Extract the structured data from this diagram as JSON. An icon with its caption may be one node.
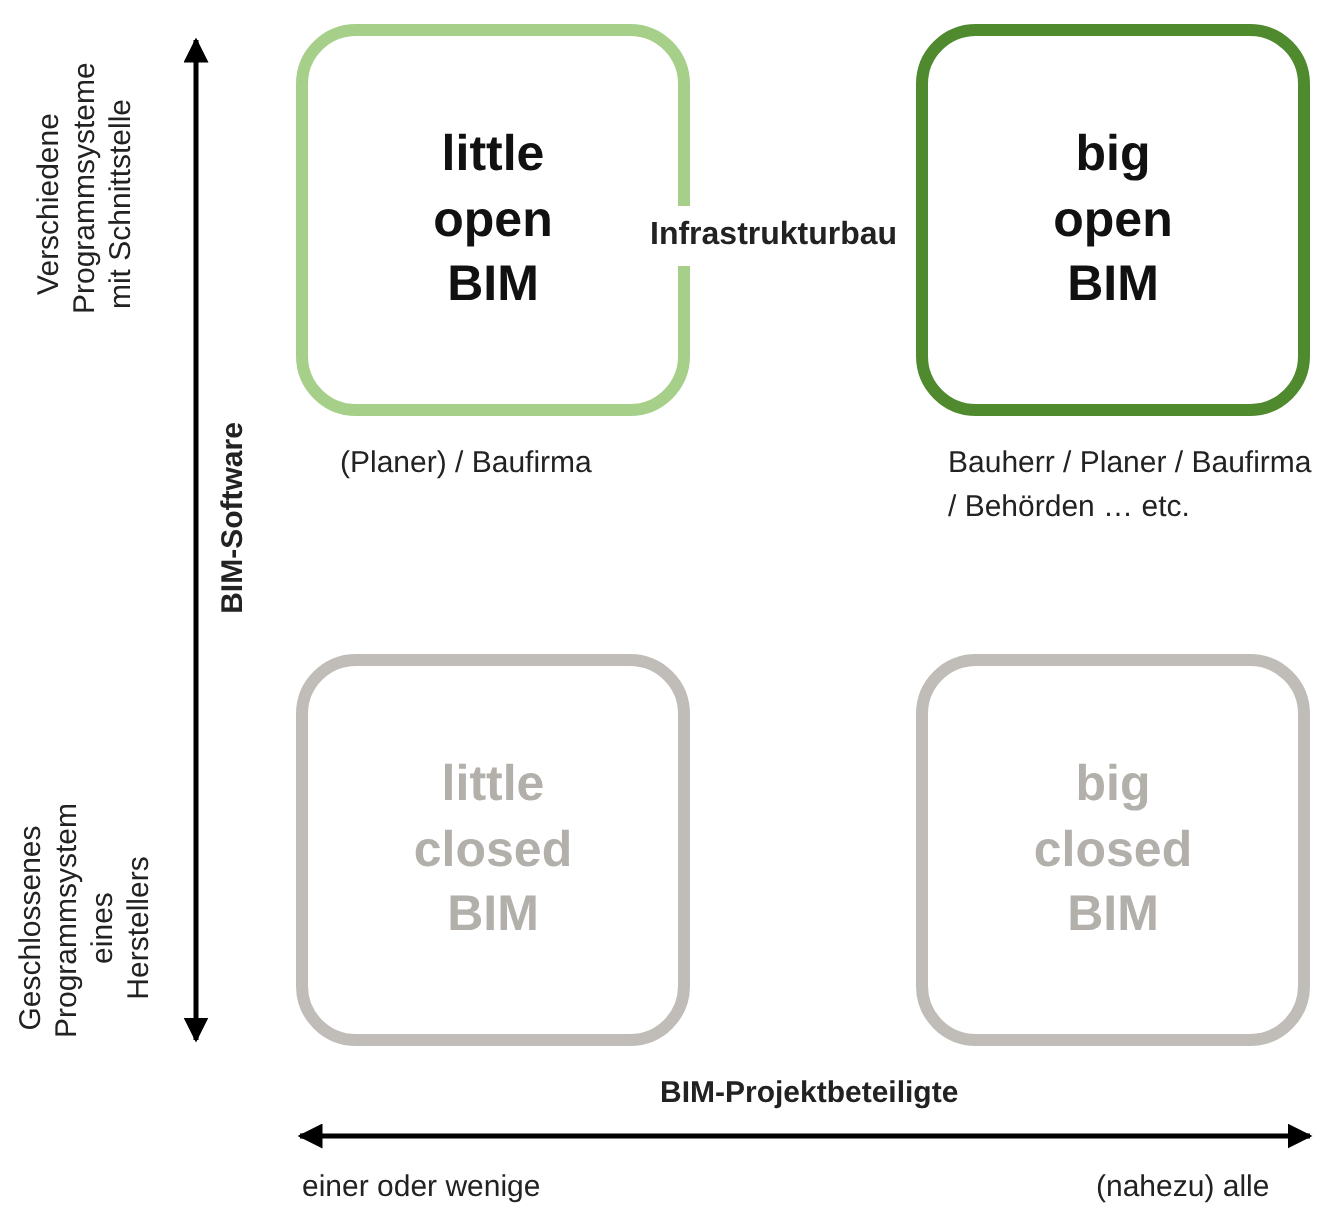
{
  "diagram": {
    "nodes": [
      {
        "text": [
          "little open BIM"
        ],
        "beside": [
          "(Planer) / Baufirma"
        ]
      },
      {
        "text": [
          "big open BIM"
        ],
        "beside": [
          "Bauherr / Planer / Baufirma / Behörden … etc."
        ]
      },
      {
        "text": [
          "little closed BIM"
        ]
      },
      {
        "text": [
          "big closed BIM"
        ]
      }
    ],
    "labels": [
      "Verschiedene Programmsysteme mit Schnittstelle",
      "Infrastrukturbau",
      "BIM-Software",
      "Geschlossenes Programmsystem eines Herstellers",
      "BIM-Projektbeteiligte",
      "einer oder wenige",
      "(nahezu) alle"
    ]
  }
}
